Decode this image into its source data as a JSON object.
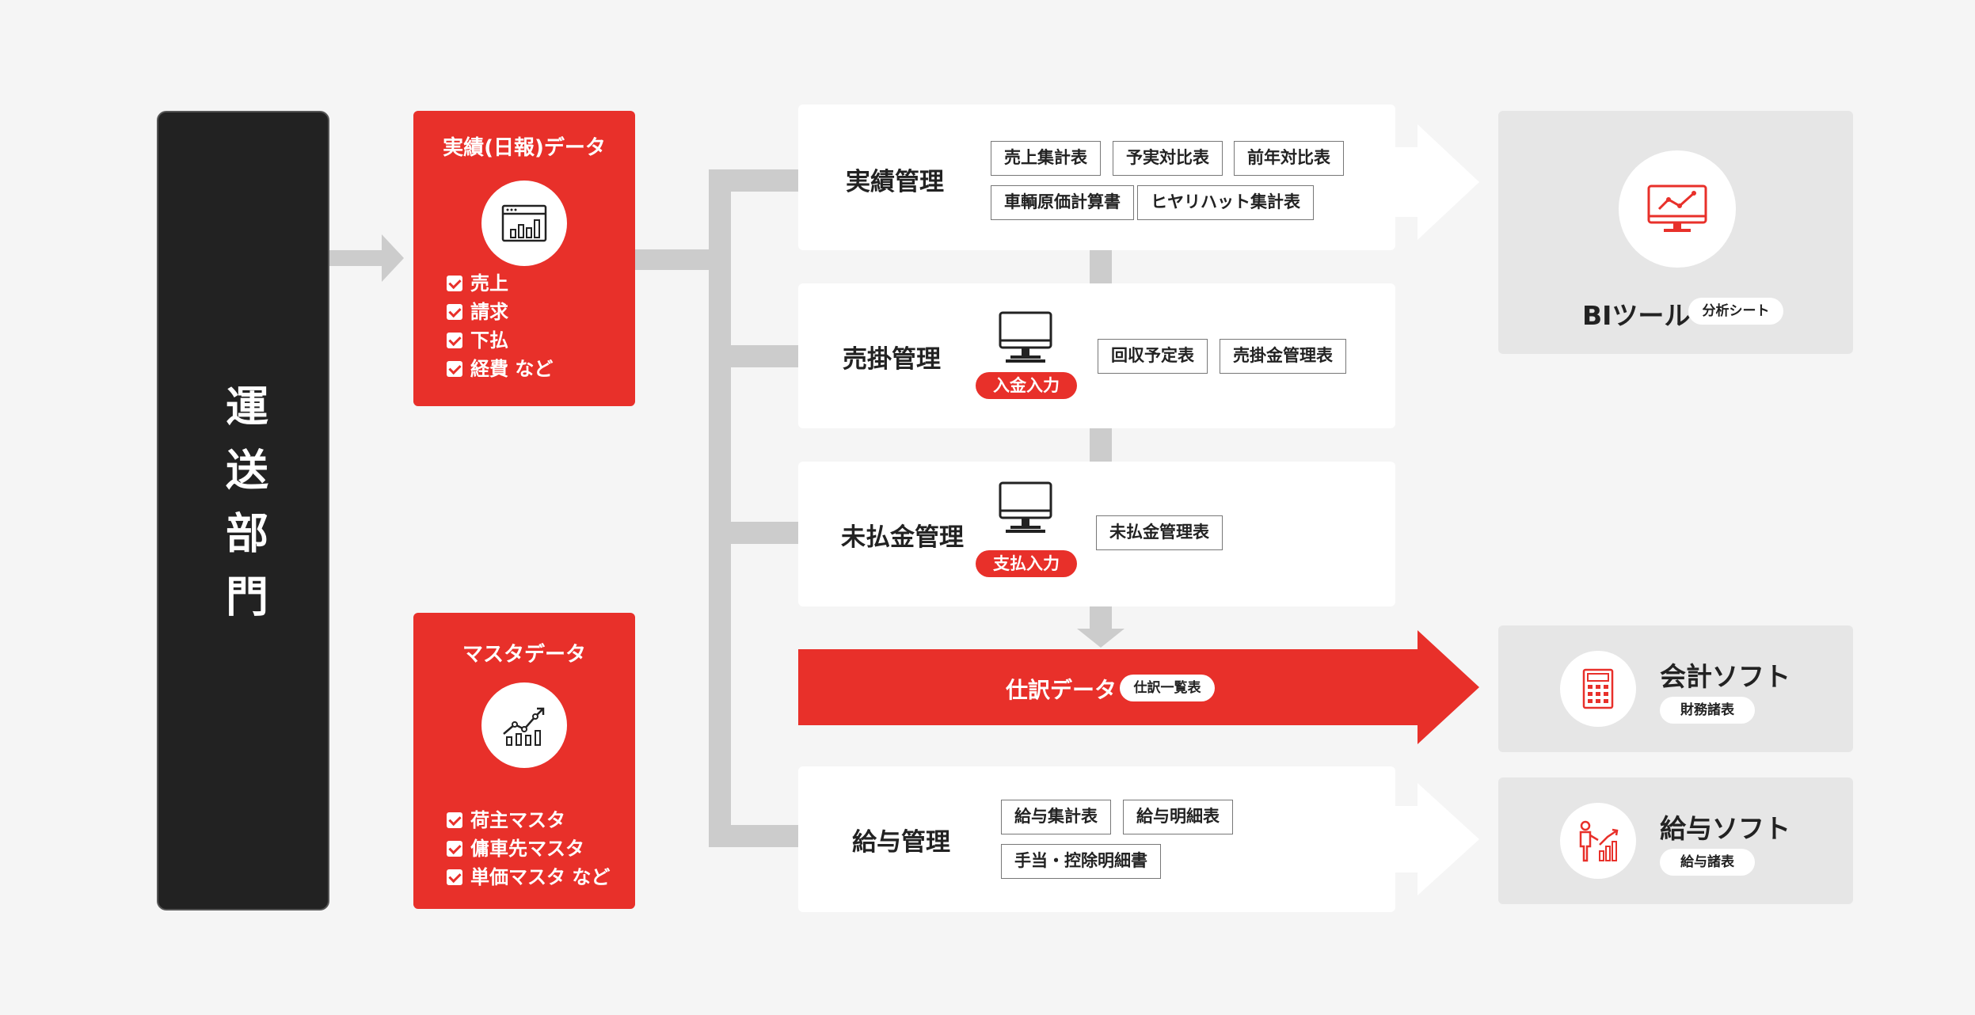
{
  "department": {
    "label": "運送部門"
  },
  "cards": {
    "results_data": {
      "title": "実績(日報)データ",
      "icon": "window-chart-icon",
      "items": [
        "売上",
        "請求",
        "下払",
        "経費 など"
      ]
    },
    "master_data": {
      "title": "マスタデータ",
      "icon": "trend-chart-icon",
      "items": [
        "荷主マスタ",
        "傭車先マスタ",
        "単価マスタ など"
      ]
    }
  },
  "management": {
    "results": {
      "title": "実績管理",
      "reports": [
        "売上集計表",
        "予実対比表",
        "前年対比表",
        "車輌原価計算書",
        "ヒヤリハット集計表"
      ]
    },
    "receivables": {
      "title": "売掛管理",
      "input": "入金入力",
      "reports": [
        "回収予定表",
        "売掛金管理表"
      ]
    },
    "payables": {
      "title": "未払金管理",
      "input": "支払入力",
      "reports": [
        "未払金管理表"
      ]
    },
    "payroll": {
      "title": "給与管理",
      "reports": [
        "給与集計表",
        "給与明細表",
        "手当・控除明細書"
      ]
    }
  },
  "journal": {
    "label": "仕訳データ",
    "badge": "仕訳一覧表"
  },
  "outputs": {
    "bi": {
      "title": "BIツール",
      "badge": "分析シート",
      "icon": "monitor-chart-icon"
    },
    "accounting": {
      "title": "会計ソフト",
      "badge": "財務諸表",
      "icon": "calculator-icon"
    },
    "payroll_soft": {
      "title": "給与ソフト",
      "badge": "給与諸表",
      "icon": "person-growth-icon"
    }
  },
  "colors": {
    "accent": "#e8302a",
    "dark": "#222222",
    "connector": "#cccccc",
    "panel": "#e6e6e6",
    "background": "#f5f5f5"
  }
}
